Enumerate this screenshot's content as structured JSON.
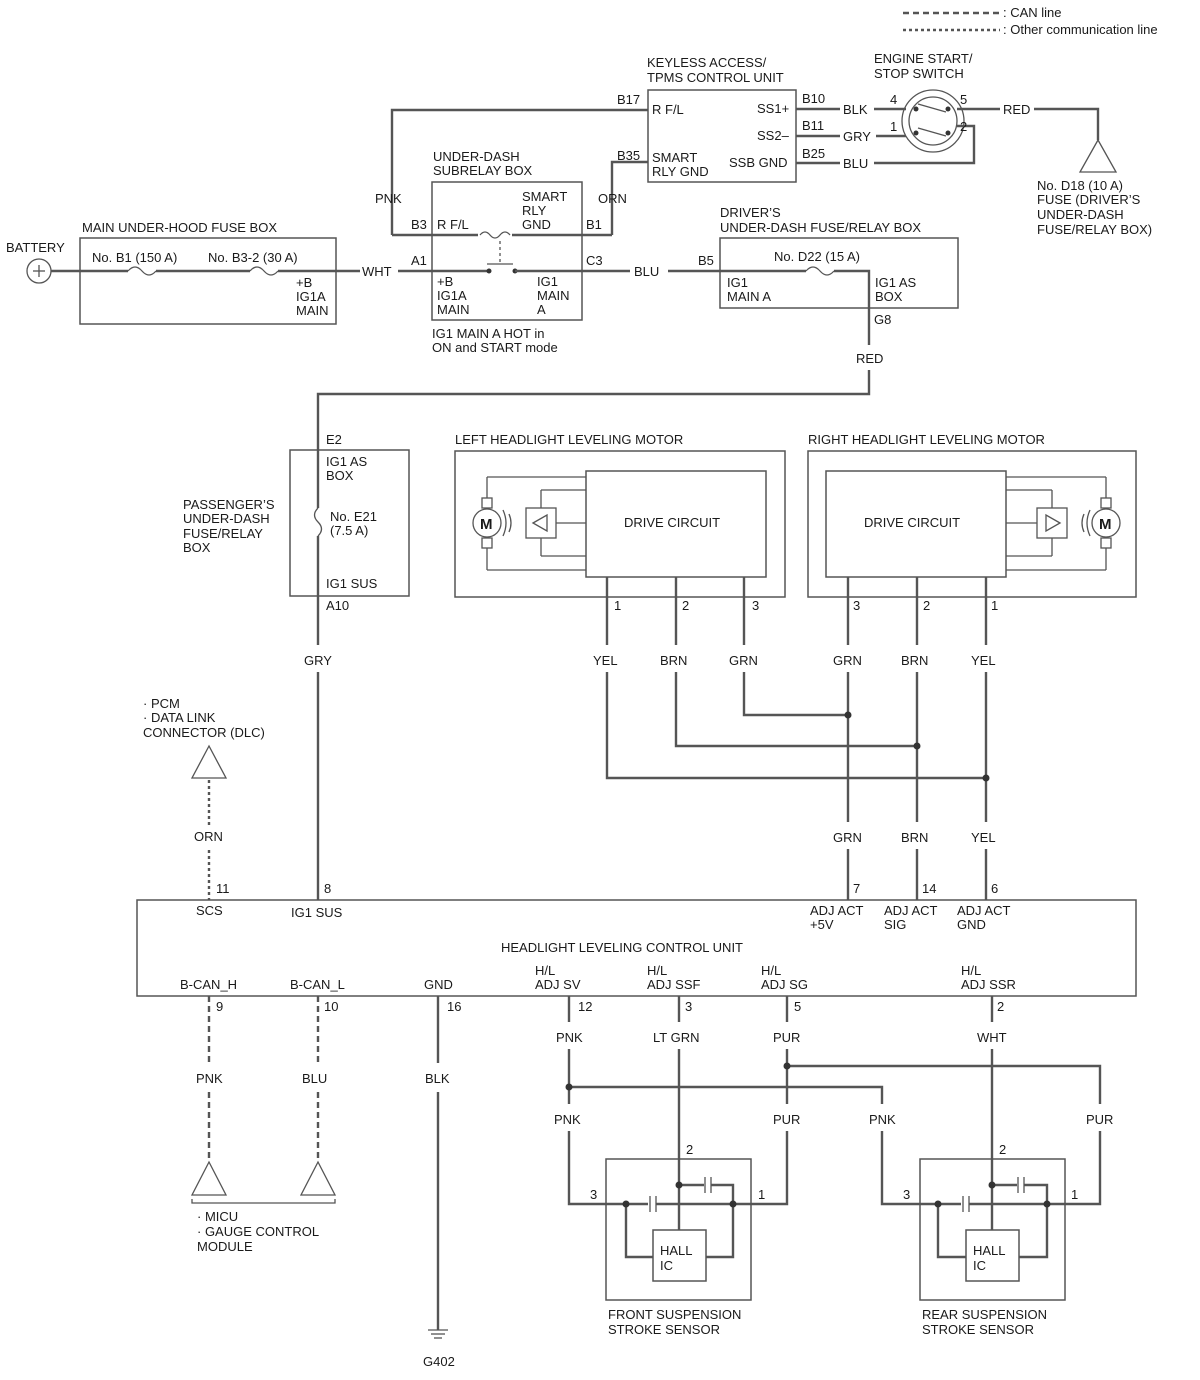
{
  "legend": {
    "can_line": ": CAN line",
    "other_line": ": Other communication line"
  },
  "battery": {
    "label": "BATTERY"
  },
  "main_fuse_box": {
    "title": "MAIN UNDER-HOOD FUSE BOX",
    "fuse1": "No. B1 (150 A)",
    "fuse2": "No. B3-2 (30 A)",
    "term1": "+B",
    "term2": "IG1A",
    "term3": "MAIN"
  },
  "subrelay_box": {
    "title1": "UNDER-DASH",
    "title2": "SUBRELAY BOX",
    "rfl": "R F/L",
    "smart1": "SMART",
    "smart2": "RLY",
    "smart3": "GND",
    "pin_b3": "B3",
    "pin_b1": "B1",
    "pin_a1": "A1",
    "pin_c3": "C3",
    "in1": "+B",
    "in2": "IG1A",
    "in3": "MAIN",
    "out1": "IG1",
    "out2": "MAIN",
    "out3": "A",
    "note1": "IG1 MAIN A HOT in",
    "note2": "ON and START mode"
  },
  "keyless_unit": {
    "title1": "KEYLESS ACCESS/",
    "title2": "TPMS CONTROL UNIT",
    "pin_b17": "B17",
    "pin_b35": "B35",
    "pin_b10": "B10",
    "pin_b11": "B11",
    "pin_b25": "B25",
    "rfl": "R F/L",
    "smart1": "SMART",
    "smart2": "RLY GND",
    "ss1": "SS1+",
    "ss2": "SS2–",
    "ssb": "SSB GND"
  },
  "start_switch": {
    "title1": "ENGINE START/",
    "title2": "STOP SWITCH",
    "p4": "4",
    "p5": "5",
    "p1": "1",
    "p2": "2"
  },
  "fuse_d18": {
    "l1": "No. D18 (10 A)",
    "l2": "FUSE (DRIVER’S",
    "l3": "UNDER-DASH",
    "l4": "FUSE/RELAY BOX)"
  },
  "driver_box": {
    "title1": "DRIVER’S",
    "title2": "UNDER-DASH FUSE/RELAY BOX",
    "pin_b5": "B5",
    "fuse": "No. D22 (15 A)",
    "ig1": "IG1",
    "main_a": "MAIN A",
    "ig1as": "IG1 AS",
    "box": "BOX",
    "pin_g8": "G8"
  },
  "passenger_box": {
    "l1": "PASSENGER’S",
    "l2": "UNDER-DASH",
    "l3": "FUSE/RELAY",
    "l4": "BOX",
    "pin_e2": "E2",
    "ig1as": "IG1 AS",
    "box": "BOX",
    "fuse1": "No. E21",
    "fuse2": "(7.5 A)",
    "ig1sus": "IG1 SUS",
    "pin_a10": "A10"
  },
  "left_motor": {
    "title": "LEFT HEADLIGHT LEVELING MOTOR",
    "drive": "DRIVE CIRCUIT",
    "m": "M",
    "p1": "1",
    "p2": "2",
    "p3": "3"
  },
  "right_motor": {
    "title": "RIGHT HEADLIGHT LEVELING MOTOR",
    "drive": "DRIVE CIRCUIT",
    "m": "M",
    "p3": "3",
    "p2": "2",
    "p1": "1"
  },
  "pcm": {
    "l1": "· PCM",
    "l2": "· DATA LINK",
    "l3": "CONNECTOR (DLC)"
  },
  "wires": {
    "wht": "WHT",
    "blu": "BLU",
    "pnk": "PNK",
    "orn": "ORN",
    "blk": "BLK",
    "gry": "GRY",
    "red": "RED",
    "yel": "YEL",
    "brn": "BRN",
    "grn": "GRN",
    "lt_grn": "LT GRN",
    "pur": "PUR"
  },
  "control_unit": {
    "title": "HEADLIGHT LEVELING CONTROL UNIT",
    "p11": "11",
    "p8": "8",
    "p7": "7",
    "p14": "14",
    "p6": "6",
    "scs": "SCS",
    "ig1sus": "IG1 SUS",
    "adj1a": "ADJ ACT",
    "adj1b": "+5V",
    "adj2a": "ADJ ACT",
    "adj2b": "SIG",
    "adj3a": "ADJ ACT",
    "adj3b": "GND",
    "bcanh": "B-CAN_H",
    "bcanl": "B-CAN_L",
    "gnd": "GND",
    "hl": "H/L",
    "adjsv": "ADJ SV",
    "adjssf": "ADJ SSF",
    "adjsg": "ADJ SG",
    "adjssr": "ADJ SSR",
    "p9": "9",
    "p10": "10",
    "p16": "16",
    "p12": "12",
    "p3": "3",
    "p5": "5",
    "p2": "2"
  },
  "micu": {
    "l1": "· MICU",
    "l2": "· GAUGE CONTROL",
    "l3": "MODULE"
  },
  "ground": {
    "label": "G402"
  },
  "front_sensor": {
    "hall1": "HALL",
    "hall2": "IC",
    "t1": "FRONT SUSPENSION",
    "t2": "STROKE SENSOR",
    "p2": "2",
    "p3": "3",
    "p1": "1"
  },
  "rear_sensor": {
    "hall1": "HALL",
    "hall2": "IC",
    "t1": "REAR SUSPENSION",
    "t2": "STROKE SENSOR",
    "p2": "2",
    "p3": "3",
    "p1": "1"
  }
}
